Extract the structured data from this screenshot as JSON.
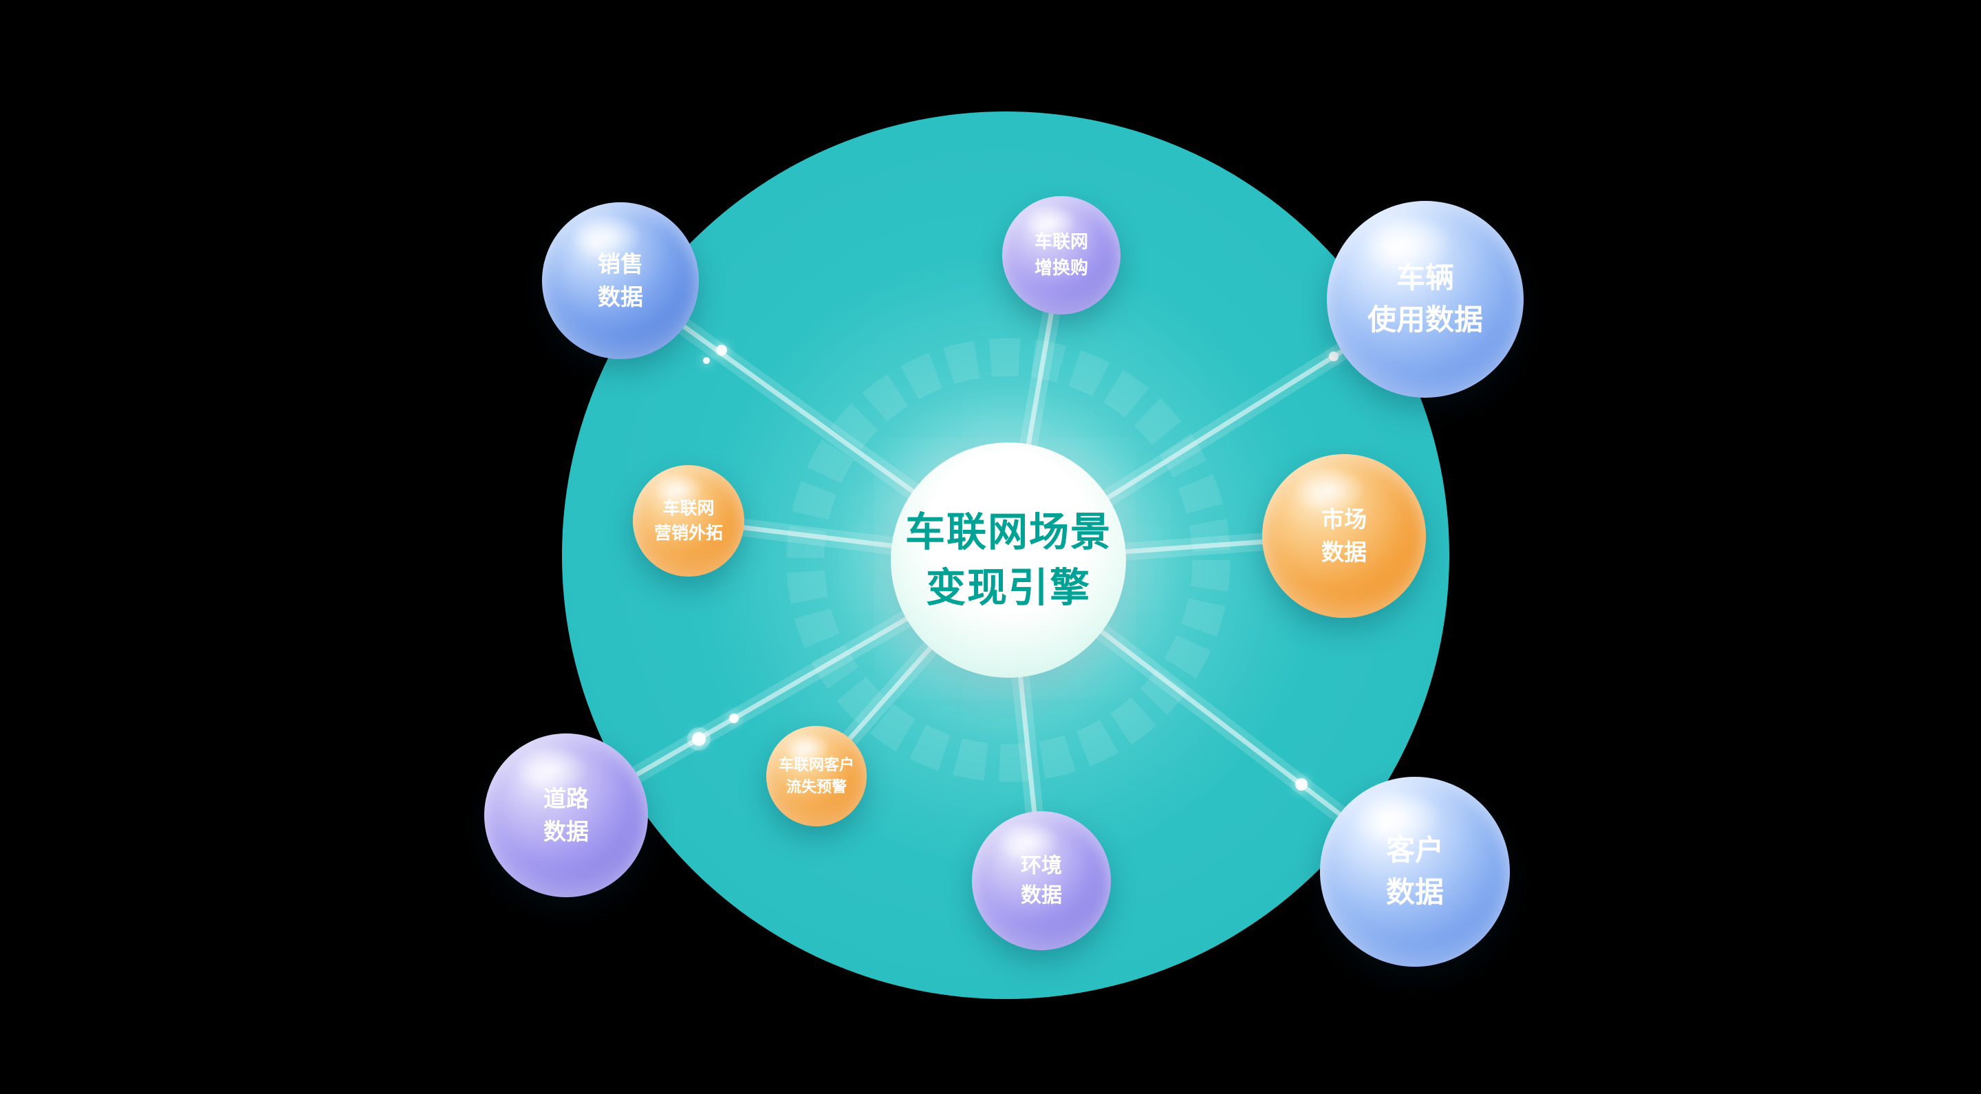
{
  "diagram": {
    "center": {
      "line1": "车联网场景",
      "line2": "变现引擎"
    },
    "nodes": [
      {
        "line1": "销售",
        "line2": "数据",
        "color": "blue"
      },
      {
        "line1": "车联网",
        "line2": "增换购",
        "color": "purple"
      },
      {
        "line1": "车辆",
        "line2": "使用数据",
        "color": "blue"
      },
      {
        "line1": "车联网",
        "line2": "营销外拓",
        "color": "orange"
      },
      {
        "line1": "市场",
        "line2": "数据",
        "color": "orange"
      },
      {
        "line1": "道路",
        "line2": "数据",
        "color": "purple"
      },
      {
        "line1": "车联网客户",
        "line2": "流失预警",
        "color": "orange"
      },
      {
        "line1": "环境",
        "line2": "数据",
        "color": "purple"
      },
      {
        "line1": "客户",
        "line2": "数据",
        "color": "blue"
      }
    ],
    "colors": {
      "background": "#000000",
      "stage_teal": "#2fc2c4",
      "center_text": "#00a295",
      "node_text": "#ffffff",
      "blue": "#4f7fdd",
      "purple": "#837ae2",
      "orange": "#ef8e1e"
    }
  }
}
